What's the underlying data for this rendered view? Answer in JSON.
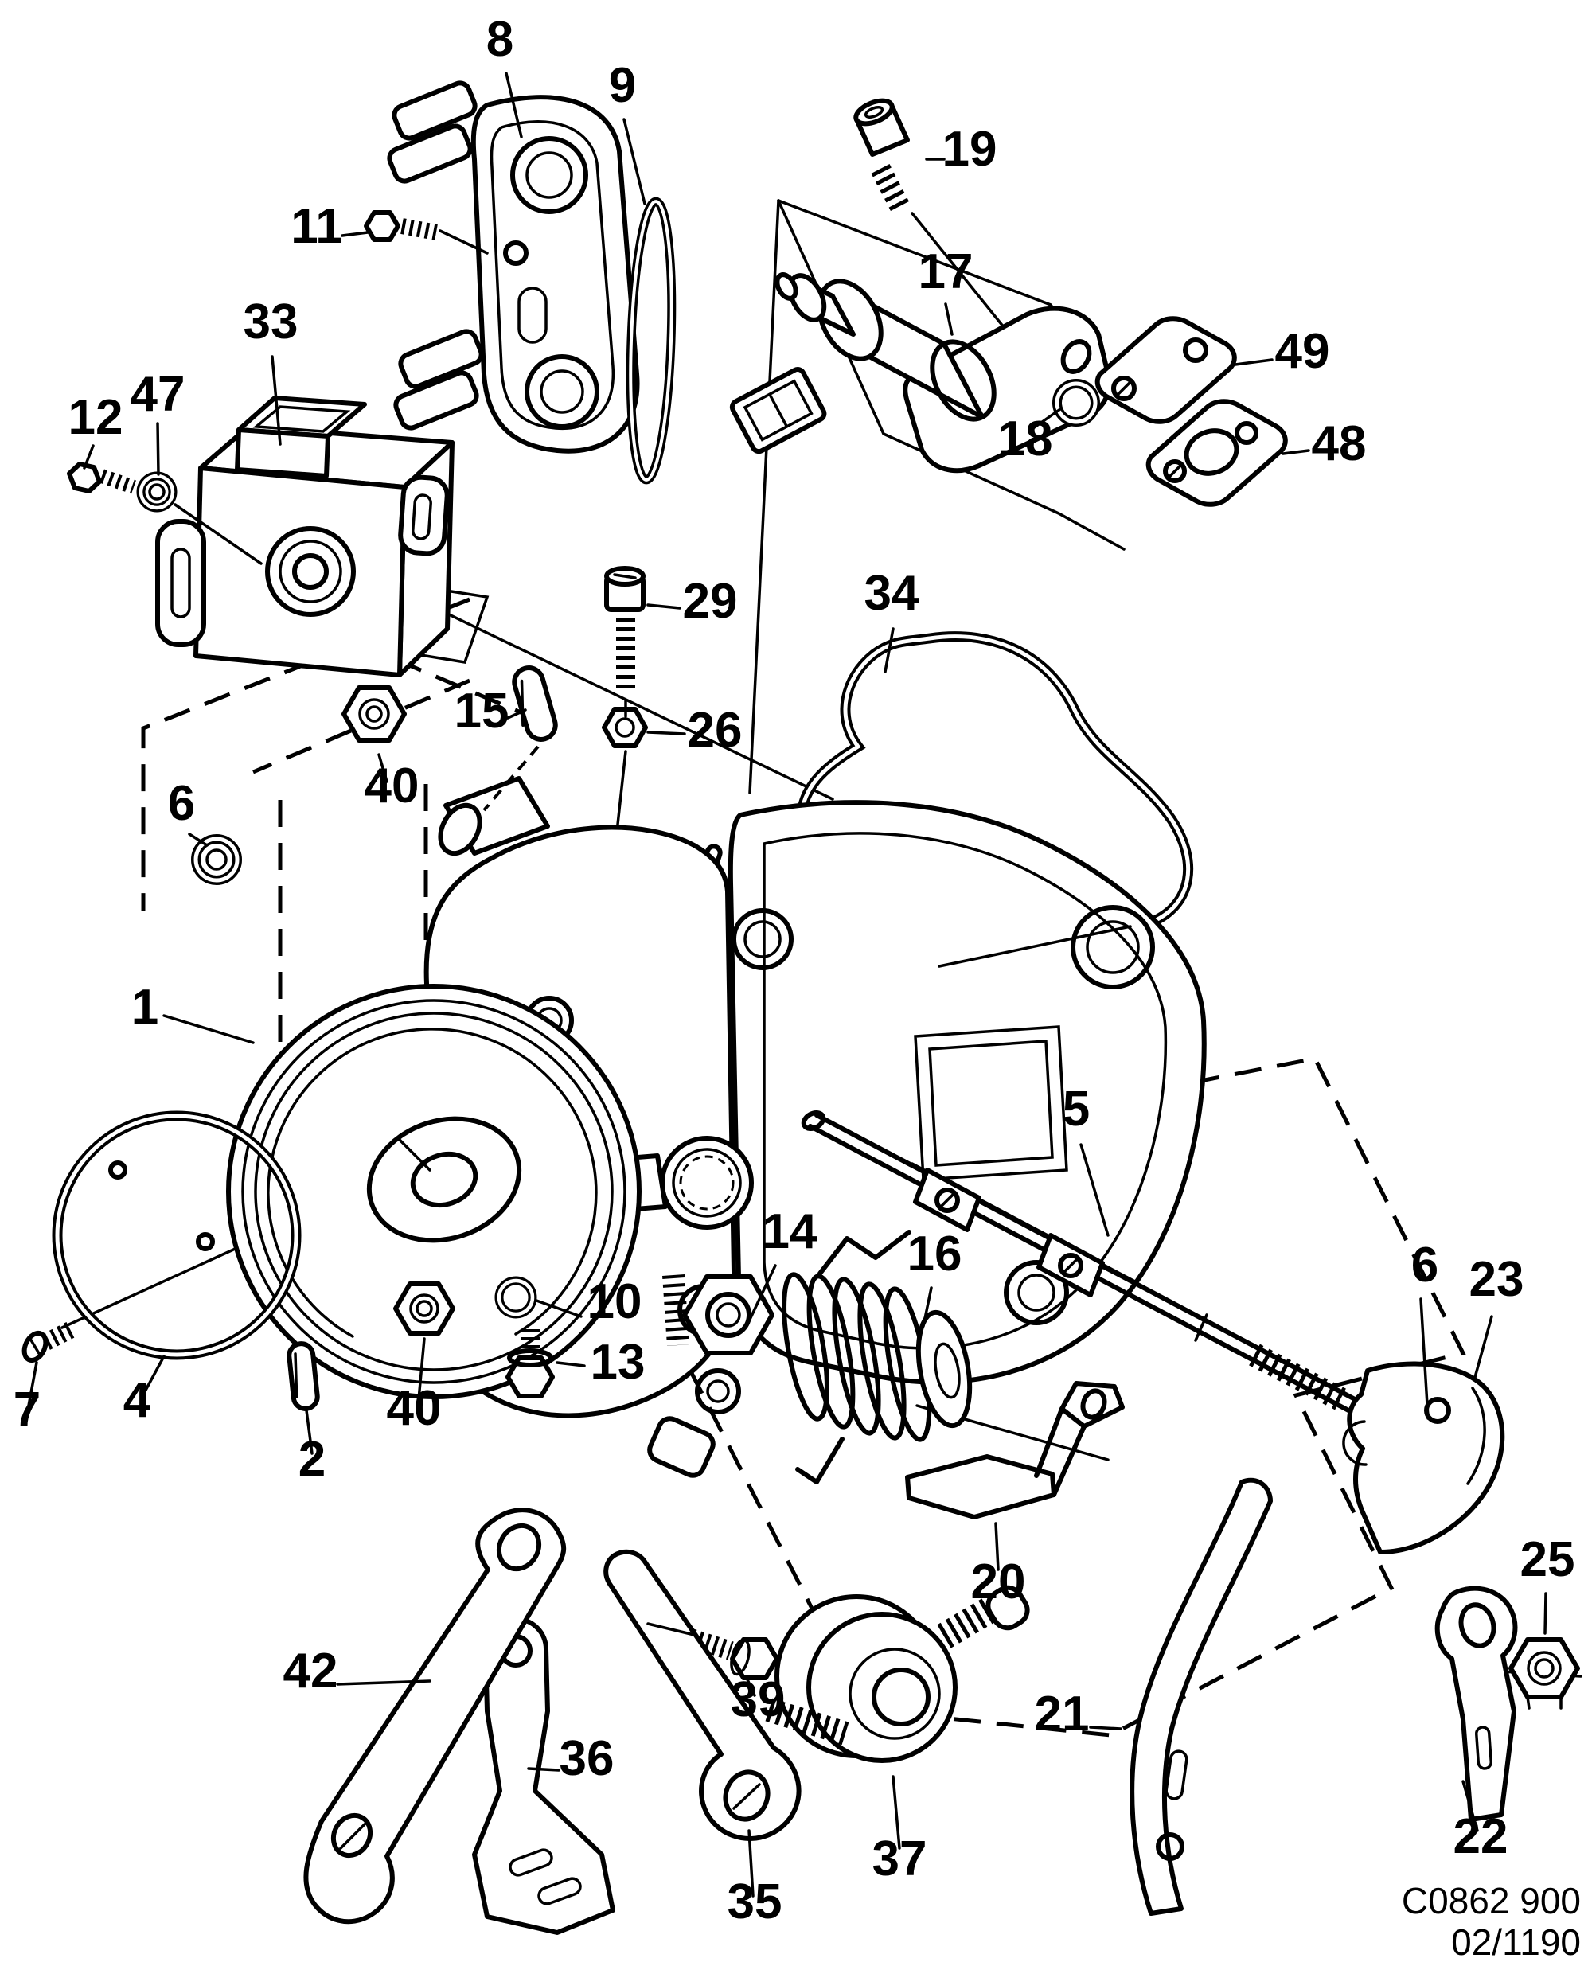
{
  "figure": {
    "type": "exploded-parts-diagram",
    "background": "#ffffff",
    "line_color": "#000000"
  },
  "footer": {
    "drawing_code": "C0862 900",
    "revision": "02/1190"
  },
  "callouts": [
    {
      "label": "8"
    },
    {
      "label": "9"
    },
    {
      "label": "11"
    },
    {
      "label": "19"
    },
    {
      "label": "17"
    },
    {
      "label": "49"
    },
    {
      "label": "48"
    },
    {
      "label": "18"
    },
    {
      "label": "12"
    },
    {
      "label": "47"
    },
    {
      "label": "33"
    },
    {
      "label": "29"
    },
    {
      "label": "26"
    },
    {
      "label": "15"
    },
    {
      "label": "34"
    },
    {
      "label": "40"
    },
    {
      "label": "6"
    },
    {
      "label": "1"
    },
    {
      "label": "5"
    },
    {
      "label": "6"
    },
    {
      "label": "14"
    },
    {
      "label": "16"
    },
    {
      "label": "23"
    },
    {
      "label": "10"
    },
    {
      "label": "13"
    },
    {
      "label": "40"
    },
    {
      "label": "2"
    },
    {
      "label": "4"
    },
    {
      "label": "7"
    },
    {
      "label": "25"
    },
    {
      "label": "20"
    },
    {
      "label": "42"
    },
    {
      "label": "39"
    },
    {
      "label": "21"
    },
    {
      "label": "36"
    },
    {
      "label": "22"
    },
    {
      "label": "37"
    },
    {
      "label": "35"
    }
  ]
}
